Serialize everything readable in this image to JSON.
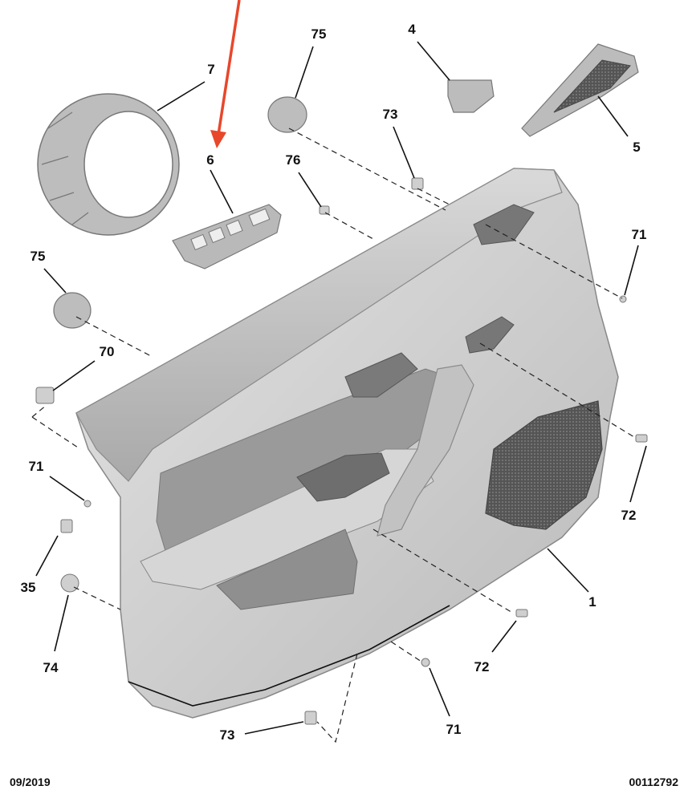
{
  "diagram": {
    "callouts": [
      {
        "id": "c1",
        "label": "1"
      },
      {
        "id": "c4",
        "label": "4"
      },
      {
        "id": "c5",
        "label": "5"
      },
      {
        "id": "c6",
        "label": "6"
      },
      {
        "id": "c7",
        "label": "7"
      },
      {
        "id": "c35",
        "label": "35"
      },
      {
        "id": "c70",
        "label": "70"
      },
      {
        "id": "c71a",
        "label": "71"
      },
      {
        "id": "c71b",
        "label": "71"
      },
      {
        "id": "c71c",
        "label": "71"
      },
      {
        "id": "c72a",
        "label": "72"
      },
      {
        "id": "c72b",
        "label": "72"
      },
      {
        "id": "c73a",
        "label": "73"
      },
      {
        "id": "c73b",
        "label": "73"
      },
      {
        "id": "c74",
        "label": "74"
      },
      {
        "id": "c75a",
        "label": "75"
      },
      {
        "id": "c75b",
        "label": "75"
      },
      {
        "id": "c76",
        "label": "76"
      }
    ],
    "highlight_color": "#e8472b",
    "part_color": "#c8c8c8"
  },
  "footer": {
    "date": "09/2019",
    "reference": "00112792"
  }
}
